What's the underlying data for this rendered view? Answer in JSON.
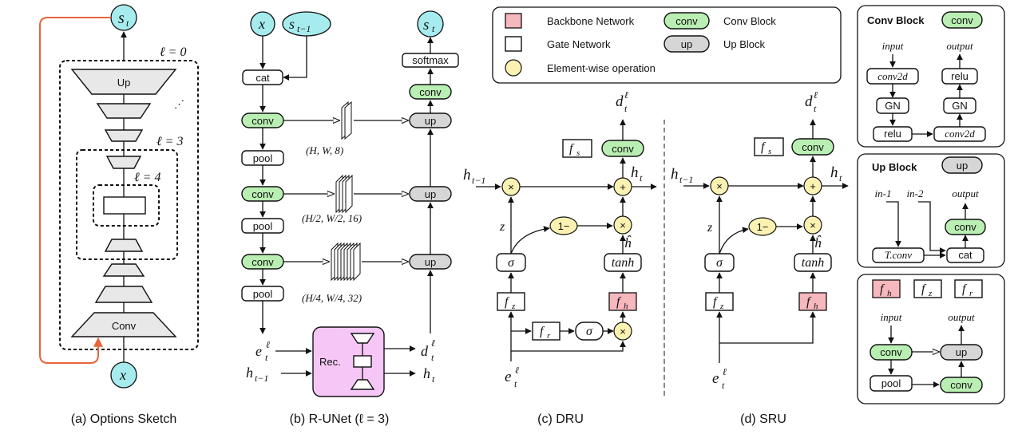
{
  "legend": {
    "backbone": "Backbone Network",
    "gate": "Gate Network",
    "elementwise": "Element-wise operation",
    "conv_chip": "conv",
    "conv_block": "Conv Block",
    "up_chip": "up",
    "up_block": "Up Block"
  },
  "sketch": {
    "s_top": "s",
    "s_sub": "t",
    "x": "x",
    "l0": "ℓ = 0",
    "l3": "ℓ = 3",
    "l4": "ℓ = 4",
    "dots": "⋰",
    "up": "Up",
    "conv": "Conv",
    "caption": "(a) Options Sketch"
  },
  "runet": {
    "x": "x",
    "s_prev": "s",
    "s_prev_sub": "t−1",
    "s_out": "s",
    "s_out_sub": "t",
    "cat": "cat",
    "conv": "conv",
    "pool": "pool",
    "up": "up",
    "softmax": "softmax",
    "f1": "(H, W, 8)",
    "f2": "(H/2, W/2, 16)",
    "f3": "(H/4, W/4, 32)",
    "rec": "Rec.",
    "e": "e",
    "e_sup": "ℓ",
    "e_sub": "t",
    "h": "h",
    "h_sub": "t−1",
    "d": "d",
    "d_sup": "ℓ",
    "d_sub": "t",
    "ht": "h",
    "ht_sub": "t",
    "caption": "(b) R-UNet (ℓ = 3)"
  },
  "dru": {
    "d": "d",
    "d_sup": "ℓ",
    "d_sub": "t",
    "fs": "f",
    "fs_sub": "s",
    "conv": "conv",
    "h_prev": "h",
    "h_prev_sub": "t−1",
    "ht": "h",
    "ht_sub": "t",
    "times": "×",
    "plus": "+",
    "one_minus": "1−",
    "z": "z",
    "sigma": "σ",
    "tanh": "tanh",
    "hhat": "ĥ",
    "fz": "f",
    "fz_sub": "z",
    "fh": "f",
    "fh_sub": "h",
    "fr": "f",
    "fr_sub": "r",
    "e": "e",
    "e_sup": "ℓ",
    "e_sub": "t",
    "caption": "(c) DRU"
  },
  "sru": {
    "d": "d",
    "d_sup": "ℓ",
    "d_sub": "t",
    "fs": "f",
    "fs_sub": "s",
    "conv": "conv",
    "h_prev": "h",
    "h_prev_sub": "t−1",
    "ht": "h",
    "ht_sub": "t",
    "times": "×",
    "plus": "+",
    "one_minus": "1−",
    "z": "z",
    "sigma": "σ",
    "tanh": "tanh",
    "hhat": "ĥ",
    "fz": "f",
    "fz_sub": "z",
    "fh": "f",
    "fh_sub": "h",
    "e": "e",
    "e_sup": "ℓ",
    "e_sub": "t",
    "caption": "(d) SRU"
  },
  "convblock": {
    "title": "Conv Block",
    "chip": "conv",
    "input": "input",
    "output": "output",
    "conv2d": "conv2d",
    "gn": "GN",
    "relu": "relu"
  },
  "upblock": {
    "title": "Up Block",
    "chip": "up",
    "in1": "in-1",
    "in2": "in-2",
    "output": "output",
    "tconv": "T.conv",
    "cat": "cat",
    "conv": "conv"
  },
  "fblock": {
    "f": "f",
    "h": "h",
    "z": "z",
    "r": "r",
    "input": "input",
    "output": "output",
    "conv": "conv",
    "up": "up",
    "pool": "pool"
  },
  "colors": {
    "green": "#b9efb2",
    "cyan": "#a6ecee",
    "pink": "#f6b7bd",
    "yellow": "#fbf2b2",
    "gray": "#d6d6d6",
    "orange": "#e8643a",
    "rec": "#f6c7f6"
  }
}
